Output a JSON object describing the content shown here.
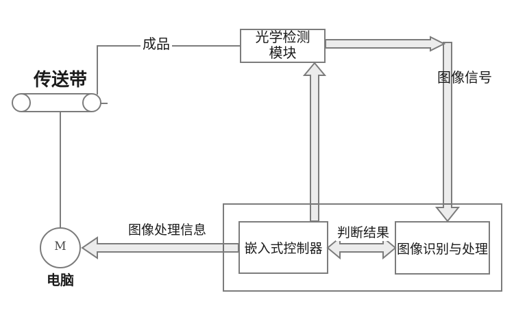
{
  "diagram": {
    "title": "production line optical inspection control diagram",
    "nodes": {
      "optical_module_line1": "光学检测",
      "optical_module_line2": "模块",
      "embedded_controller": "嵌入式控制器",
      "image_recognition": "图像识别与处理"
    },
    "labels": {
      "conveyor": "传送带",
      "finished_product": "成品",
      "image_signal": "图像信号",
      "image_processing_info": "图像处理信息",
      "judgment_result": "判断结果",
      "computer": "电脑",
      "motor": "M"
    },
    "colors": {
      "line": "#7b7b7b",
      "arrow_fill": "#ededed",
      "text": "#1a1a1a",
      "background": "#ffffff"
    }
  }
}
